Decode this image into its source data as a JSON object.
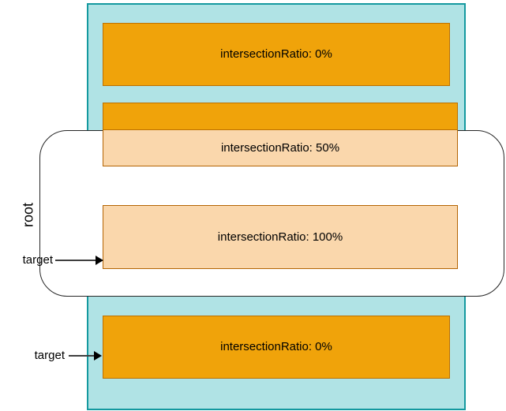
{
  "root": {
    "label": "root"
  },
  "targets": {
    "top_label": "target",
    "bottom_label": "target"
  },
  "boxes": [
    {
      "label": "intersectionRatio: 0%"
    },
    {
      "label": "intersectionRatio: 50%"
    },
    {
      "label": "intersectionRatio: 100%"
    },
    {
      "label": "intersectionRatio: 0%"
    }
  ],
  "colors": {
    "scroll_area_fill": "#b0e3e5",
    "scroll_area_stroke": "#14999f",
    "target_outside_fill": "#f0a30a",
    "target_outside_stroke": "#bd7000",
    "target_inside_fill": "#fad7ac",
    "target_inside_stroke": "#b46504",
    "root_fill": "#ffffff",
    "root_stroke": "#262626",
    "text": "#000000"
  }
}
